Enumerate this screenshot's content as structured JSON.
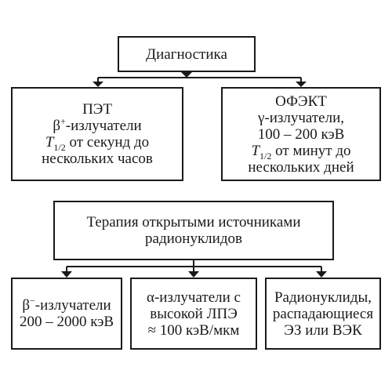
{
  "diagnostics": {
    "root": "Диагностика",
    "pet": {
      "title": "ПЭТ",
      "beta_symbol": "β",
      "beta_sup": "+",
      "beta_text": "-излучатели",
      "half_symbol": "T",
      "half_sub": "1/2",
      "half_text": " от секунд до",
      "half_tail": "нескольких часов"
    },
    "ofekt": {
      "title": "ОФЭКТ",
      "gamma": "γ-излучатели,",
      "energy": "100 – 200 кэВ",
      "half_symbol": "T",
      "half_sub": "1/2",
      "half_text": " от минут до",
      "half_tail": "нескольких дней"
    }
  },
  "therapy": {
    "root_line1": "Терапия открытыми источниками",
    "root_line2": "радионуклидов",
    "beta": {
      "symbol": "β",
      "sup": "−",
      "text": "-излучатели",
      "energy": "200 – 2000 кэВ"
    },
    "alpha": {
      "line1": "α-излучатели с",
      "line2": "высокой ЛПЭ",
      "line3": "≈ 100 кэВ/мкм"
    },
    "ec": {
      "line1": "Радионуклиды,",
      "line2": "распадающиеся",
      "line3": "ЭЗ или ВЭК"
    }
  }
}
